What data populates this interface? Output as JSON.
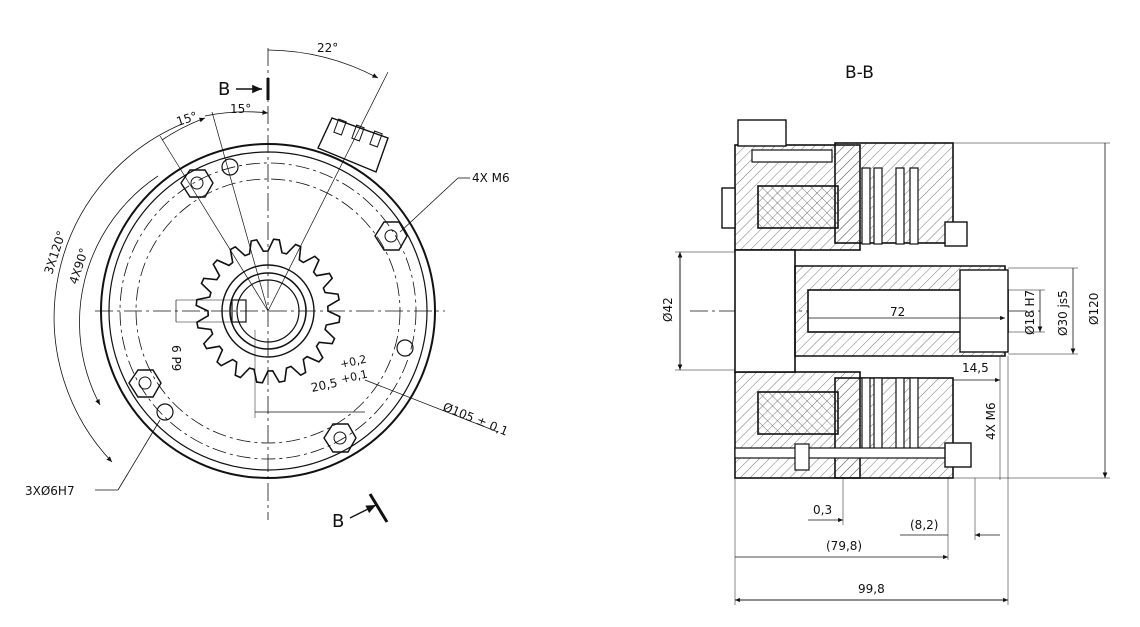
{
  "front_view": {
    "section_mark_top": "B",
    "section_mark_bottom": "B",
    "angle_22": "22°",
    "angle_15_a": "15°",
    "angle_15_b": "15°",
    "angle_3x120": "3X120°",
    "angle_4x90": "4X90°",
    "thread_label": "4X M6",
    "keyway_width": "6 P9",
    "keyway_depth": "20,5",
    "keyway_tol_upper": "+0,2",
    "keyway_tol_lower": "+0,1",
    "bolt_circle": "Ø105 ± 0,1",
    "pin_holes": "3XØ6H7"
  },
  "section_view": {
    "title": "B-B",
    "dim_phi42": "Ø42",
    "dim_72": "72",
    "dim_phi18": "Ø18 H7",
    "dim_phi30": "Ø30 js5",
    "dim_phi120": "Ø120",
    "dim_14_5": "14,5",
    "dim_4xm6": "4X M6",
    "dim_0_3": "0,3",
    "dim_8_2": "(8,2)",
    "dim_79_8": "(79,8)",
    "dim_99_8": "99,8"
  }
}
